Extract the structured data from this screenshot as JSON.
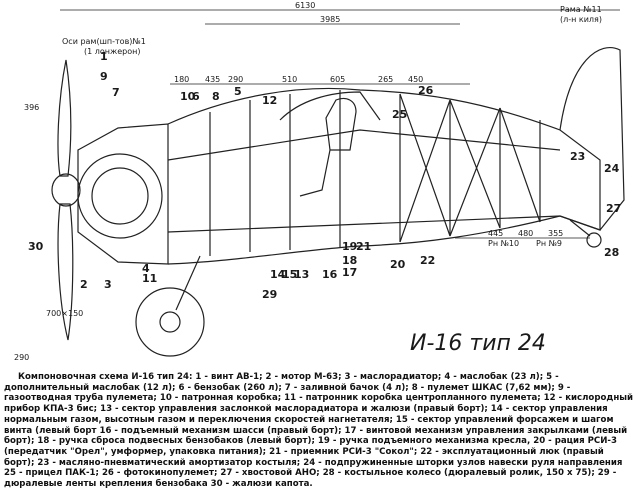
{
  "drawing": {
    "title": "И-16 тип 24",
    "dimensions": {
      "overall": "6130",
      "mid": "3985",
      "seg_396": "396",
      "seg_180": "180",
      "seg_435": "435",
      "seg_290": "290",
      "seg_510": "510",
      "seg_605": "605",
      "seg_265": "265",
      "seg_450": "450",
      "seg_445": "445",
      "seg_480": "480",
      "seg_355": "355",
      "wheel": "700×150",
      "height": "290"
    },
    "frame_labels": {
      "frame11": "Рама №11",
      "frame11_sub": "(л-н киля)",
      "axis": "Оси рам(шп-тов)№1",
      "axis_sub": "(1 лонжерон)",
      "frame10": "Рн №10",
      "frame9": "Рн №9"
    },
    "callouts": [
      "1",
      "2",
      "3",
      "4",
      "5",
      "6",
      "7",
      "8",
      "9",
      "10",
      "11",
      "12",
      "13",
      "14",
      "15",
      "16",
      "17",
      "18",
      "19",
      "20",
      "21",
      "22",
      "23",
      "24",
      "25",
      "26",
      "27",
      "28",
      "29",
      "30"
    ]
  },
  "caption": "Компоновочная схема И-16 тип 24: 1 - винт АВ-1; 2 - мотор М-63; 3 - маслорадиатор; 4 - маслобак (23 л); 5 - дополнительный маслобак (12 л); 6 - бензобак (260 л); 7 - заливной бачок (4 л); 8 - пулемет ШКАС (7,62 мм); 9 - газоотводная труба пулемета; 10 - патронная коробка; 11 - патронник коробка центропланного пулемета; 12 - кислородный прибор КПА-3 бис; 13 - сектор управления заслонкой маслорадиатора и жалюзи (правый борт); 14 - сектор управления нормальным газом, высотным газом и переключения скоростей нагнетателя; 15 - сектор управлений форсажем и шагом винта (левый борт 16 - подъемный механизм шасси (правый борт); 17 - винтовой механизм управления закрылками (левый борт); 18 - ручка сброса подвесных бензобаков (левый борт); 19 - ручка подъемного механизма кресла, 20 - рация РСИ-3 (передатчик \"Орел\", умформер, упаковка питания); 21 - приемник РСИ-3 \"Сокол\"; 22 - эксплуатационный люк (правый борт); 23 - масляно-пневматический амортизатор костыля; 24 - подпружиненные шторки узлов навески руля направления 25 - прицел ПАК-1; 26 - фотокинопулемет; 27 - хвостовой АНО; 28 - костыльное колесо (дюралевый ролик, 150 х 75); 29 - дюралевые ленты крепления бензобака 30 - жалюзи капота."
}
